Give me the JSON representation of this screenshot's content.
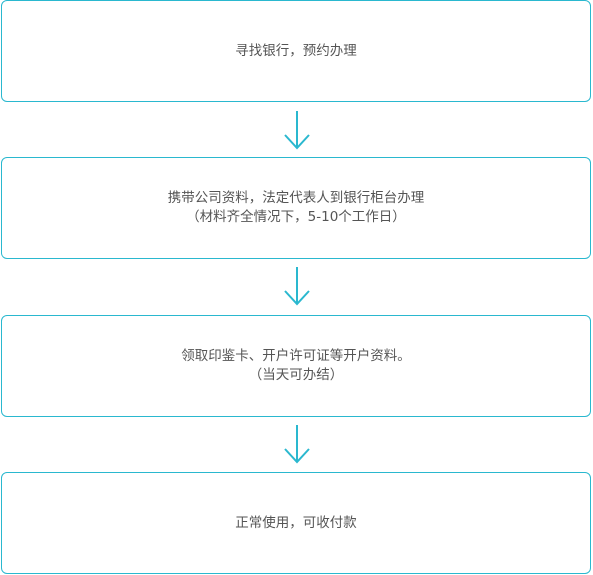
{
  "flow": {
    "steps": [
      {
        "lines": [
          "寻找银行，预约办理"
        ]
      },
      {
        "lines": [
          "携带公司资料，法定代表人到银行柜台办理",
          "（材料齐全情况下，5-10个工作日）"
        ]
      },
      {
        "lines": [
          "领取印鉴卡、开户许可证等开户资料。",
          "（当天可办结）"
        ]
      },
      {
        "lines": [
          "正常使用，可收付款"
        ]
      }
    ]
  },
  "colors": {
    "border": "#2ab8cf",
    "arrow": "#2ab8cf",
    "text": "#555555"
  },
  "icons": {
    "arrow": "arrow-down-icon"
  }
}
